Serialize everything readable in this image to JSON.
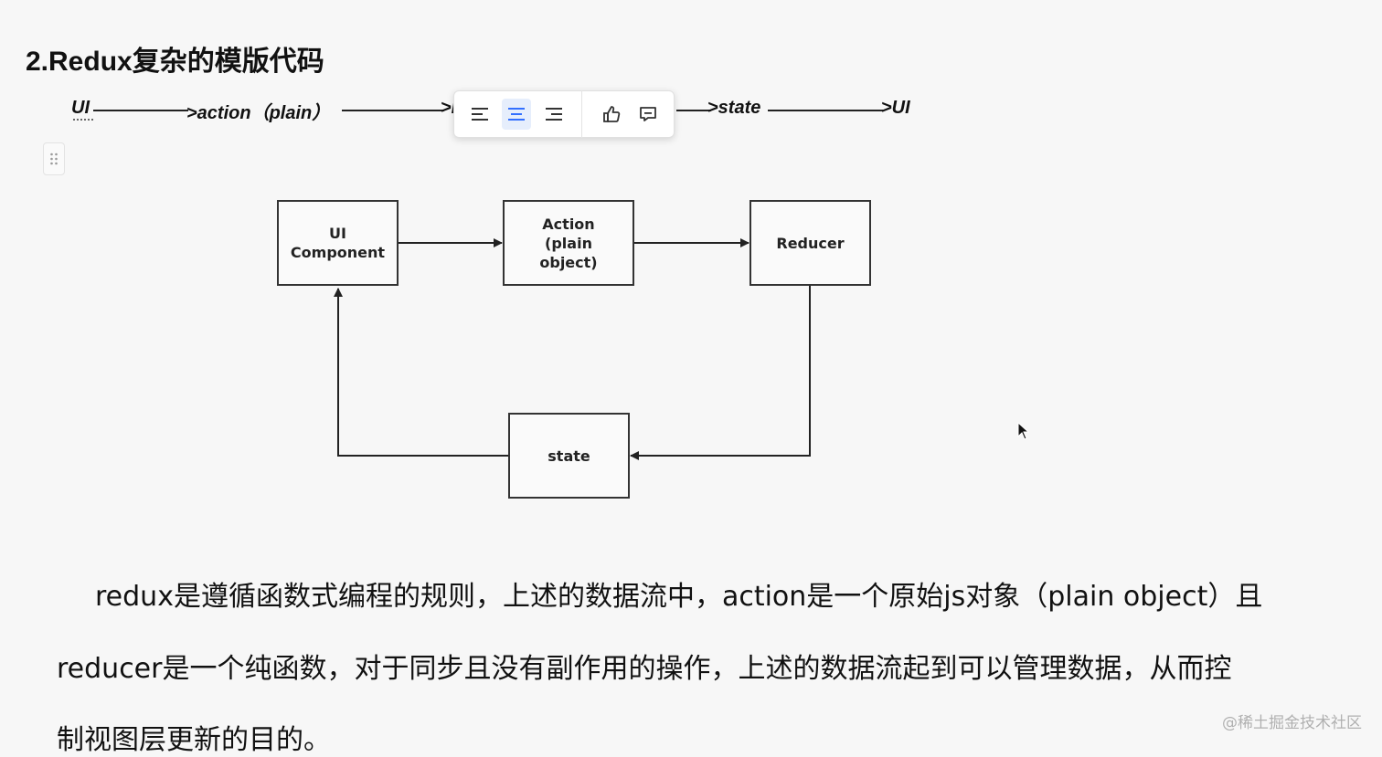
{
  "heading": "2.Redux复杂的模版代码",
  "flow": {
    "ui_start": "UI",
    "action": ">action（plain）",
    "partial": ">r",
    "state": ">state",
    "ui_end": ">UI"
  },
  "toolbar": {
    "items": [
      {
        "icon": "align-left-icon"
      },
      {
        "icon": "align-center-icon",
        "active": true
      },
      {
        "icon": "align-right-icon"
      },
      {
        "icon": "thumbs-up-icon"
      },
      {
        "icon": "comment-icon"
      }
    ],
    "active_color": "#3370ff"
  },
  "diagram": {
    "boxes": {
      "ui_component": "UI\nComponent",
      "action": "Action\n(plain\nobject)",
      "reducer": "Reducer",
      "state": "state"
    }
  },
  "paragraph": {
    "line1": "redux是遵循函数式编程的规则，上述的数据流中，action是一个原始js对象（plain object）且",
    "line2": "reducer是一个纯函数，对于同步且没有副作用的操作，上述的数据流起到可以管理数据，从而控",
    "line3": "制视图层更新的目的。"
  },
  "footer": {
    "watermark": "@稀土掘金技术社区"
  }
}
